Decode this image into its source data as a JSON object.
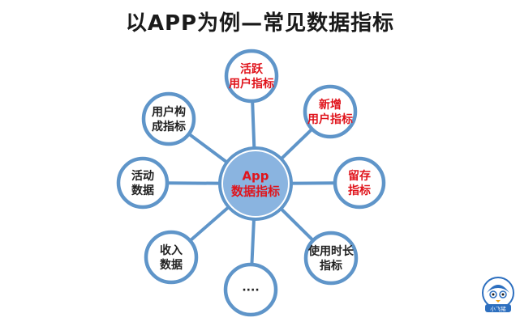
{
  "title": "以APP为例—常见数据指标",
  "colors": {
    "accent": "#e0141c",
    "text": "#222222",
    "ring": "#5f95c9",
    "spoke": "#5f95c9",
    "center_fill": "#8ab4e0",
    "node_fill": "#ffffff"
  },
  "center": {
    "lines": [
      "App",
      "数据指标"
    ],
    "color": "accent"
  },
  "nodes": [
    {
      "id": "active-users",
      "lines": [
        "活跃",
        "用户指标"
      ],
      "color": "accent"
    },
    {
      "id": "new-users",
      "lines": [
        "新增",
        "用户指标"
      ],
      "color": "accent"
    },
    {
      "id": "retention",
      "lines": [
        "留存",
        "指标"
      ],
      "color": "accent"
    },
    {
      "id": "usage-duration",
      "lines": [
        "使用时长",
        "指标"
      ],
      "color": "text"
    },
    {
      "id": "more",
      "lines": [
        "····"
      ],
      "color": "text"
    },
    {
      "id": "revenue",
      "lines": [
        "收入",
        "数据"
      ],
      "color": "text"
    },
    {
      "id": "campaign",
      "lines": [
        "活动",
        "数据"
      ],
      "color": "text"
    },
    {
      "id": "user-composition",
      "lines": [
        "用户构",
        "成指标"
      ],
      "color": "text"
    }
  ],
  "logo": {
    "icon": "bird-mascot-icon",
    "text": "小飞猪"
  }
}
